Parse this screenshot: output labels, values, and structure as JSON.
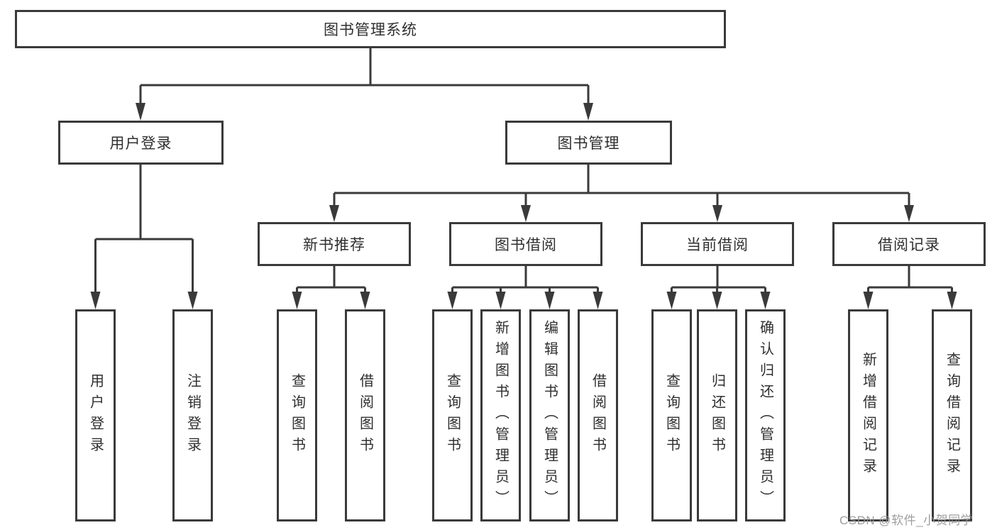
{
  "diagram": {
    "title": "图书管理系统",
    "nodes": {
      "root": "图书管理系统",
      "user_login": "用户登录",
      "book_mgmt": "图书管理",
      "new_book_rec": "新书推荐",
      "book_borrow": "图书借阅",
      "current_borrow": "当前借阅",
      "borrow_records": "借阅记录",
      "leaves": {
        "login": "用户登录",
        "logout": "注销登录",
        "nb_query": "查询图书",
        "nb_borrow": "借阅图书",
        "bb_query": "查询图书",
        "bb_add": "新增图书（管理员）",
        "bb_edit": "编辑图书（管理员）",
        "bb_borrow": "借阅图书",
        "cb_query": "查询图书",
        "cb_return": "归还图书",
        "cb_confirm": "确认归还（管理员）",
        "br_add": "新增借阅记录",
        "br_query": "查询借阅记录"
      }
    },
    "hierarchy": [
      {
        "parent": "图书管理系统",
        "children": [
          "用户登录",
          "图书管理"
        ]
      },
      {
        "parent": "用户登录",
        "children": [
          "用户登录",
          "注销登录"
        ]
      },
      {
        "parent": "图书管理",
        "children": [
          "新书推荐",
          "图书借阅",
          "当前借阅",
          "借阅记录"
        ]
      },
      {
        "parent": "新书推荐",
        "children": [
          "查询图书",
          "借阅图书"
        ]
      },
      {
        "parent": "图书借阅",
        "children": [
          "查询图书",
          "新增图书（管理员）",
          "编辑图书（管理员）",
          "借阅图书"
        ]
      },
      {
        "parent": "当前借阅",
        "children": [
          "查询图书",
          "归还图书",
          "确认归还（管理员）"
        ]
      },
      {
        "parent": "借阅记录",
        "children": [
          "新增借阅记录",
          "查询借阅记录"
        ]
      }
    ],
    "colors": {
      "line": "#3a3a3a",
      "box_border": "#3a3a3a",
      "text": "#2f2f2f",
      "background": "#ffffff",
      "watermark": "#949494"
    },
    "watermark": "CSDN @软件_小贺同学"
  }
}
